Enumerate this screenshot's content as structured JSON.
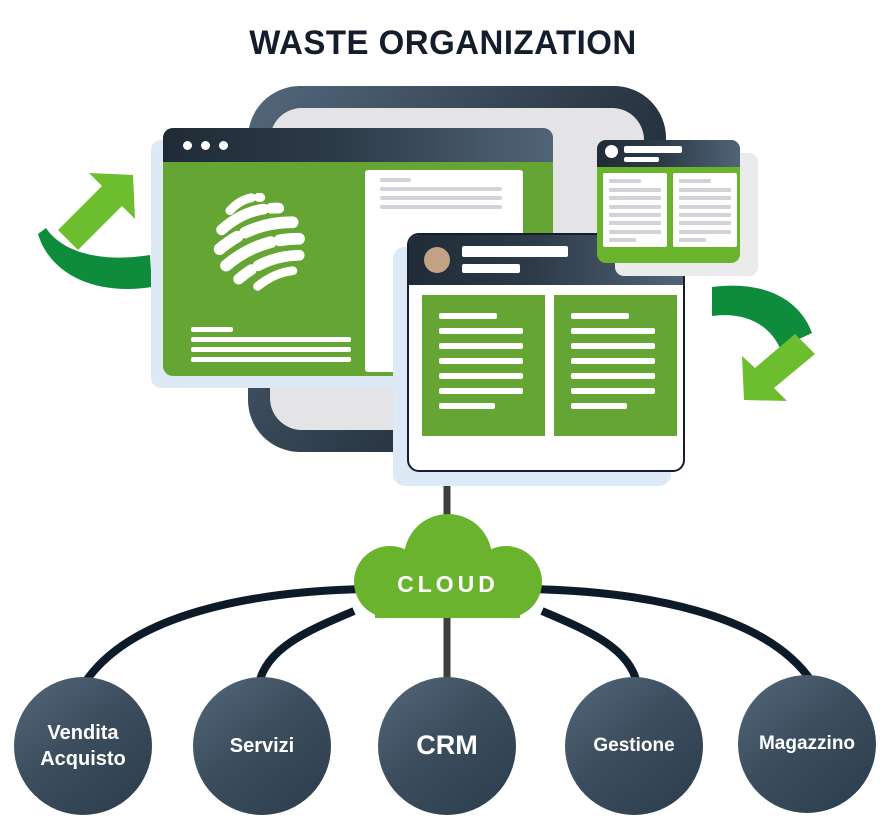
{
  "title": "WASTE ORGANIZATION",
  "cloud": {
    "label": "CLOUD"
  },
  "nodes": [
    {
      "label": "Vendita Acquisto"
    },
    {
      "label": "Servizi"
    },
    {
      "label": "CRM"
    },
    {
      "label": "Gestione"
    },
    {
      "label": "Magazzino"
    }
  ],
  "colors": {
    "window_green": "#65a533",
    "bright_green": "#6ab32c",
    "dark_arrow_green": "#0e8c3c",
    "light_arrow_green": "#6dbe2e",
    "navy": "#0d1b29",
    "slate": "#4f6275",
    "connector_gray": "#3e3e3e",
    "avatar_tan": "#c2a284",
    "shadow_blue": "#dde9f5"
  },
  "skeleton": {
    "main_panel_lines": 4,
    "main_footer_lines": 4,
    "small_panel_lines": 8,
    "medium_panel_lines": 7
  },
  "icons": [
    "recycle-arrow-left-icon",
    "recycle-arrow-right-icon",
    "globe-logo-icon",
    "cloud-icon",
    "window-dots-icon",
    "avatar-icon"
  ]
}
